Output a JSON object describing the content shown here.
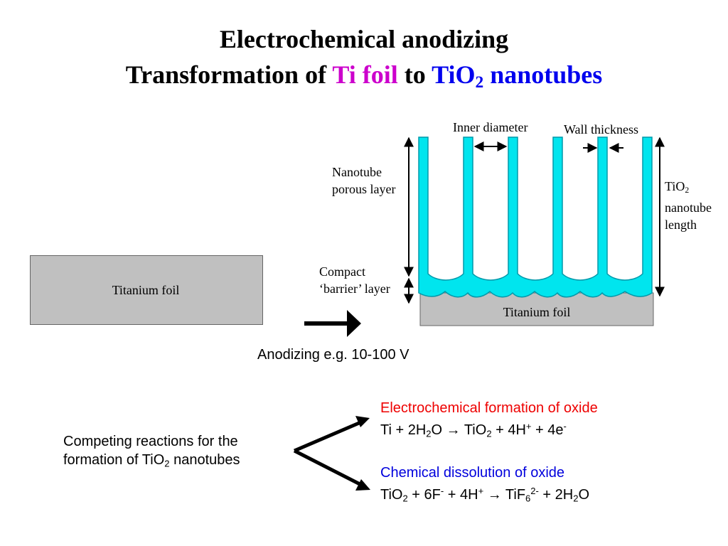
{
  "colors": {
    "ti_foil_text": "#cc00cc",
    "tio2_text": "#0000ee",
    "nanotube_fill": "#00e5ee",
    "foil_gray": "#c0c0c0",
    "formation_red": "#ee0000",
    "dissolution_blue": "#0000dd"
  },
  "title": {
    "line1": "Electrochemical anodizing",
    "line2_prefix": "Transformation of ",
    "ti_foil": "Ti foil",
    "to": " to ",
    "tio2_base": "TiO",
    "tio2_sub": "2",
    "nanotubes": " nanotubes"
  },
  "left_foil_label": "Titanium foil",
  "right_diagram": {
    "inner_diameter": "Inner diameter",
    "wall_thickness": "Wall thickness",
    "porous_line1": "Nanotube",
    "porous_line2": "porous layer",
    "compact_line1": "Compact",
    "compact_line2": "‘barrier’ layer",
    "length_base": "TiO",
    "length_sub": "2",
    "length_line2": "nanotube",
    "length_line3": "length",
    "foil_label": "Titanium foil"
  },
  "anodizing_label": "Anodizing e.g. 10-100 V",
  "competing": {
    "line1": "Competing reactions for the",
    "line2_prefix": "formation of TiO",
    "line2_sub": "2",
    "line2_suffix": " nanotubes"
  },
  "formation": {
    "heading": "Electrochemical formation of oxide",
    "eq": {
      "p1": "Ti + 2H",
      "s1": "2",
      "p2": "O → TiO",
      "s2": "2",
      "p3": " + 4H",
      "sup1": "+",
      "p4": " + 4e",
      "sup2": "-"
    }
  },
  "dissolution": {
    "heading": "Chemical dissolution of oxide",
    "eq": {
      "p1": "TiO",
      "s1": "2",
      "p2": " + 6F",
      "sup1": "-",
      "p3": " + 4H",
      "sup2": "+",
      "p4": " → TiF",
      "s2": "6",
      "sup3": "2-",
      "p5": " + 2H",
      "s3": "2",
      "p6": "O"
    }
  }
}
